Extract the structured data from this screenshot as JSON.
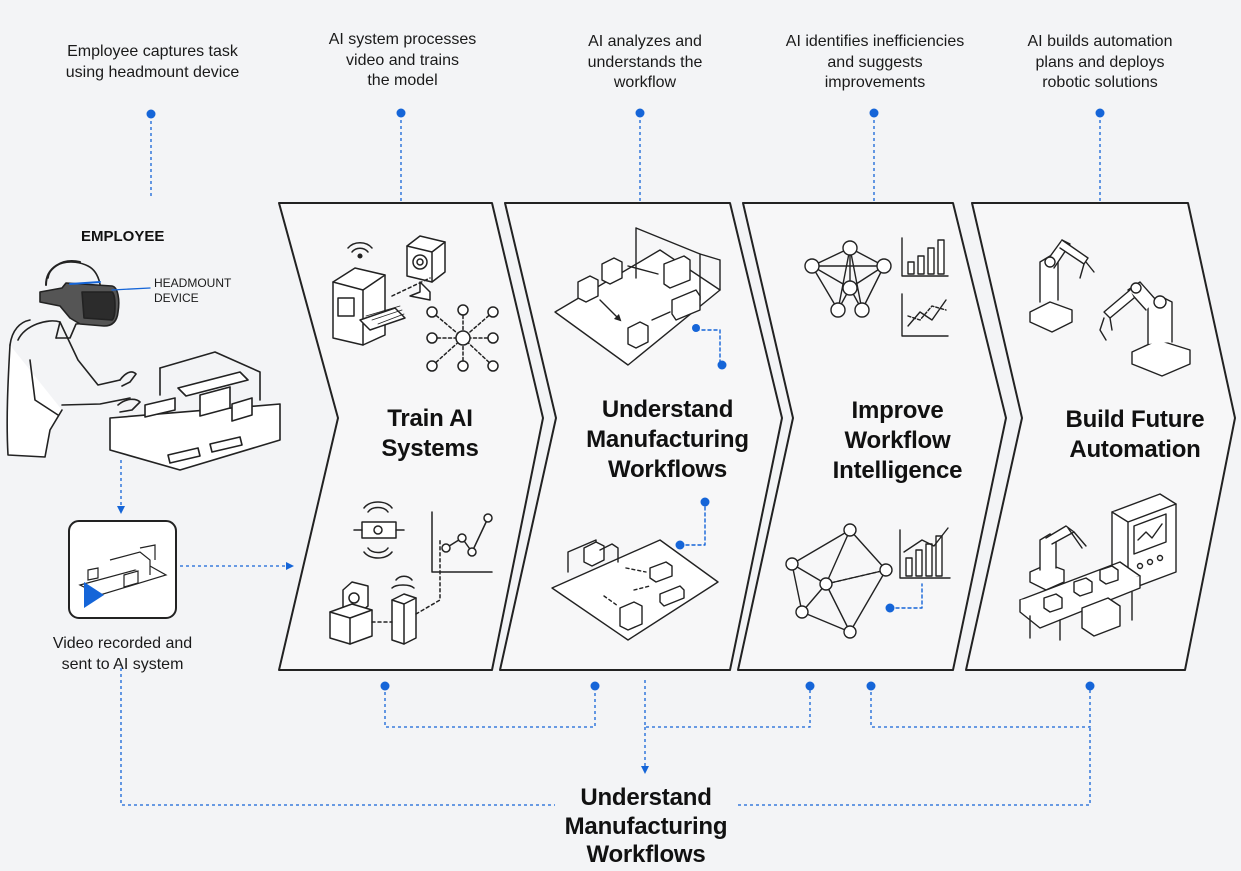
{
  "colors": {
    "accent": "#1565d8",
    "stroke": "#222222",
    "background": "#f3f4f6",
    "panel": "#f7f7f8"
  },
  "captions": {
    "employee_capture": [
      "Employee captures task",
      "using headmount device"
    ],
    "ai_processes": [
      "AI system processes",
      "video and trains",
      "the model"
    ],
    "ai_analyzes": [
      "AI analyzes and",
      "understands the",
      "workflow"
    ],
    "ai_identifies": [
      "AI identifies inefficiencies",
      "and suggests",
      "improvements"
    ],
    "ai_builds": [
      "AI builds automation",
      "plans and deploys",
      "robotic solutions"
    ],
    "video_recorded": [
      "Video recorded and",
      "sent to AI system"
    ]
  },
  "labels": {
    "employee": "EMPLOYEE",
    "headmount": [
      "HEADMOUNT",
      "DEVICE"
    ]
  },
  "stages": [
    {
      "title": [
        "Train AI",
        "Systems"
      ]
    },
    {
      "title": [
        "Understand",
        "Manufacturing",
        "Workflows"
      ]
    },
    {
      "title": [
        "Improve",
        "Workflow",
        "Intelligence"
      ]
    },
    {
      "title": [
        "Build Future",
        "Automation"
      ]
    }
  ],
  "bottom_title": [
    "Understand",
    "Manufacturing",
    "Workflows"
  ],
  "icons": [
    "vr-headset-icon",
    "video-play-icon",
    "wifi-signal-icon",
    "camera-icon",
    "server-icon",
    "network-graph-icon",
    "line-chart-icon",
    "bar-chart-icon",
    "neural-network-icon",
    "robot-arm-icon",
    "conveyor-icon",
    "control-panel-icon"
  ]
}
